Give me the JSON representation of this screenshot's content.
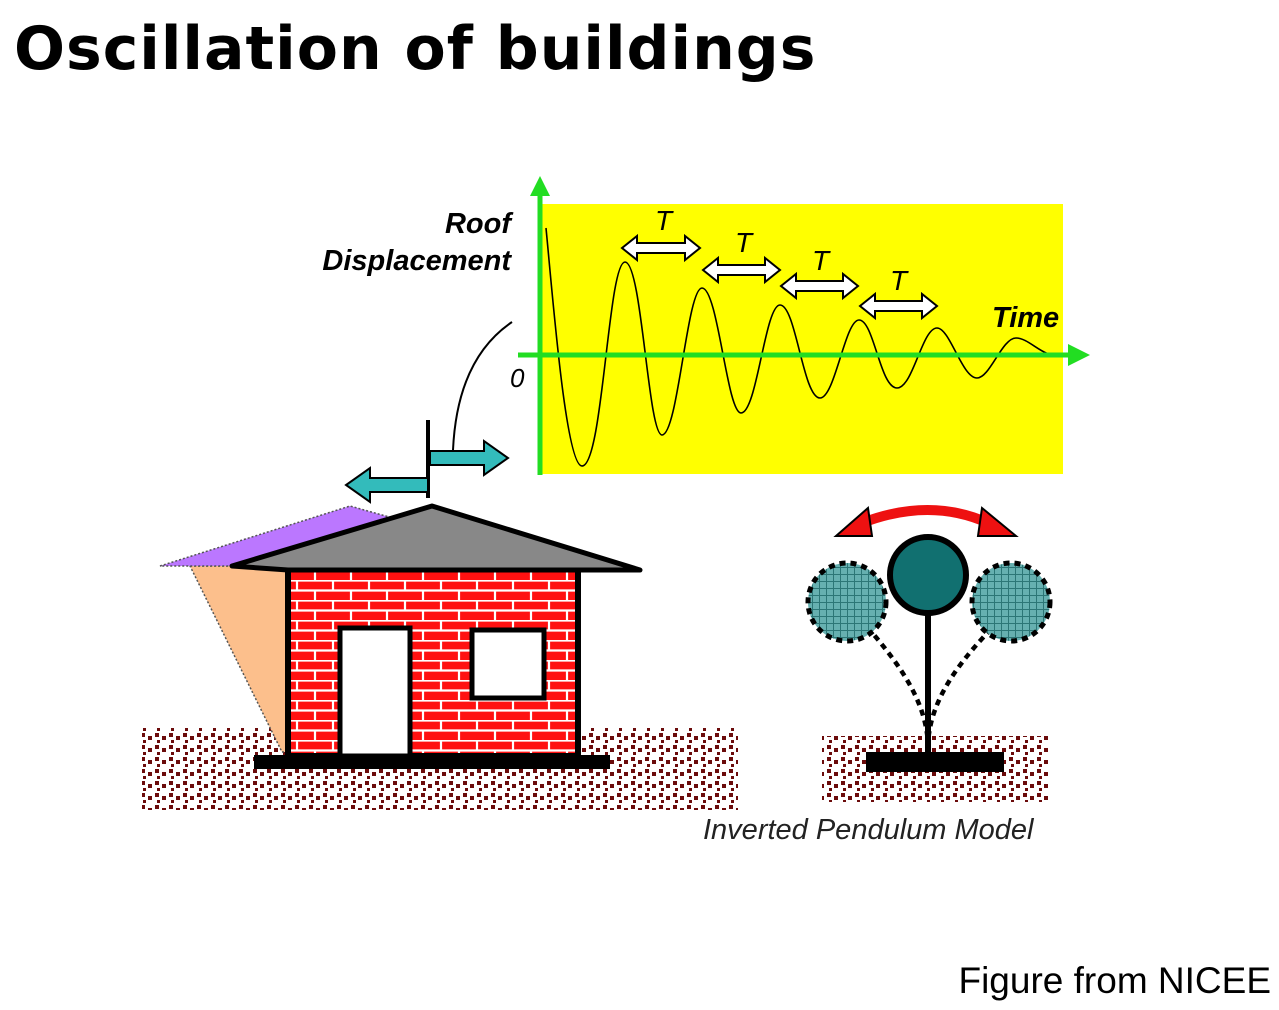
{
  "title": "Oscillation of buildings",
  "credit": "Figure from NICEE",
  "graph": {
    "y_label_line1": "Roof",
    "y_label_line2": "Displacement",
    "x_label": "Time",
    "origin_label": "0",
    "period_label": "T",
    "background_color": "#ffff00",
    "axis_color": "#22dd22"
  },
  "pendulum": {
    "caption": "Inverted Pendulum Model",
    "arc_color": "#ee1111",
    "mass_color": "#117070"
  },
  "house": {
    "wall_color": "#ff1111",
    "roof_color": "#888888",
    "displaced_roof_color": "#bb77ff",
    "displaced_wall_color": "#fcbf8c",
    "arrow_color": "#33bbbb"
  }
}
